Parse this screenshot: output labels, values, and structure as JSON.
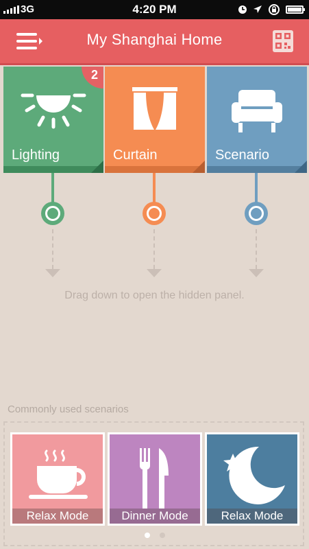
{
  "status_bar": {
    "carrier": "3G",
    "time": "4:20 PM",
    "battery_level": 0.95
  },
  "header": {
    "title": "My Shanghai Home",
    "menu_icon": "menu-icon",
    "qr_icon": "qr-code-icon"
  },
  "tiles": [
    {
      "label": "Lighting",
      "icon": "light-icon",
      "badge": "2",
      "color": "#5daa7a"
    },
    {
      "label": "Curtain",
      "icon": "curtain-icon",
      "color": "#f58c52"
    },
    {
      "label": "Scenario",
      "icon": "armchair-icon",
      "color": "#6f9ec0"
    }
  ],
  "hint": "Drag down to open the hidden panel.",
  "scenarios": {
    "title": "Commonly used scenarios",
    "cards": [
      {
        "label": "Relax Mode",
        "icon": "coffee-cup-icon",
        "color": "#f19a9e"
      },
      {
        "label": "Dinner Mode",
        "icon": "fork-knife-icon",
        "color": "#bd85c0"
      },
      {
        "label": "Relax Mode",
        "icon": "moon-star-icon",
        "color": "#4d7e9f"
      }
    ],
    "pages": 2,
    "current_page": 1
  }
}
